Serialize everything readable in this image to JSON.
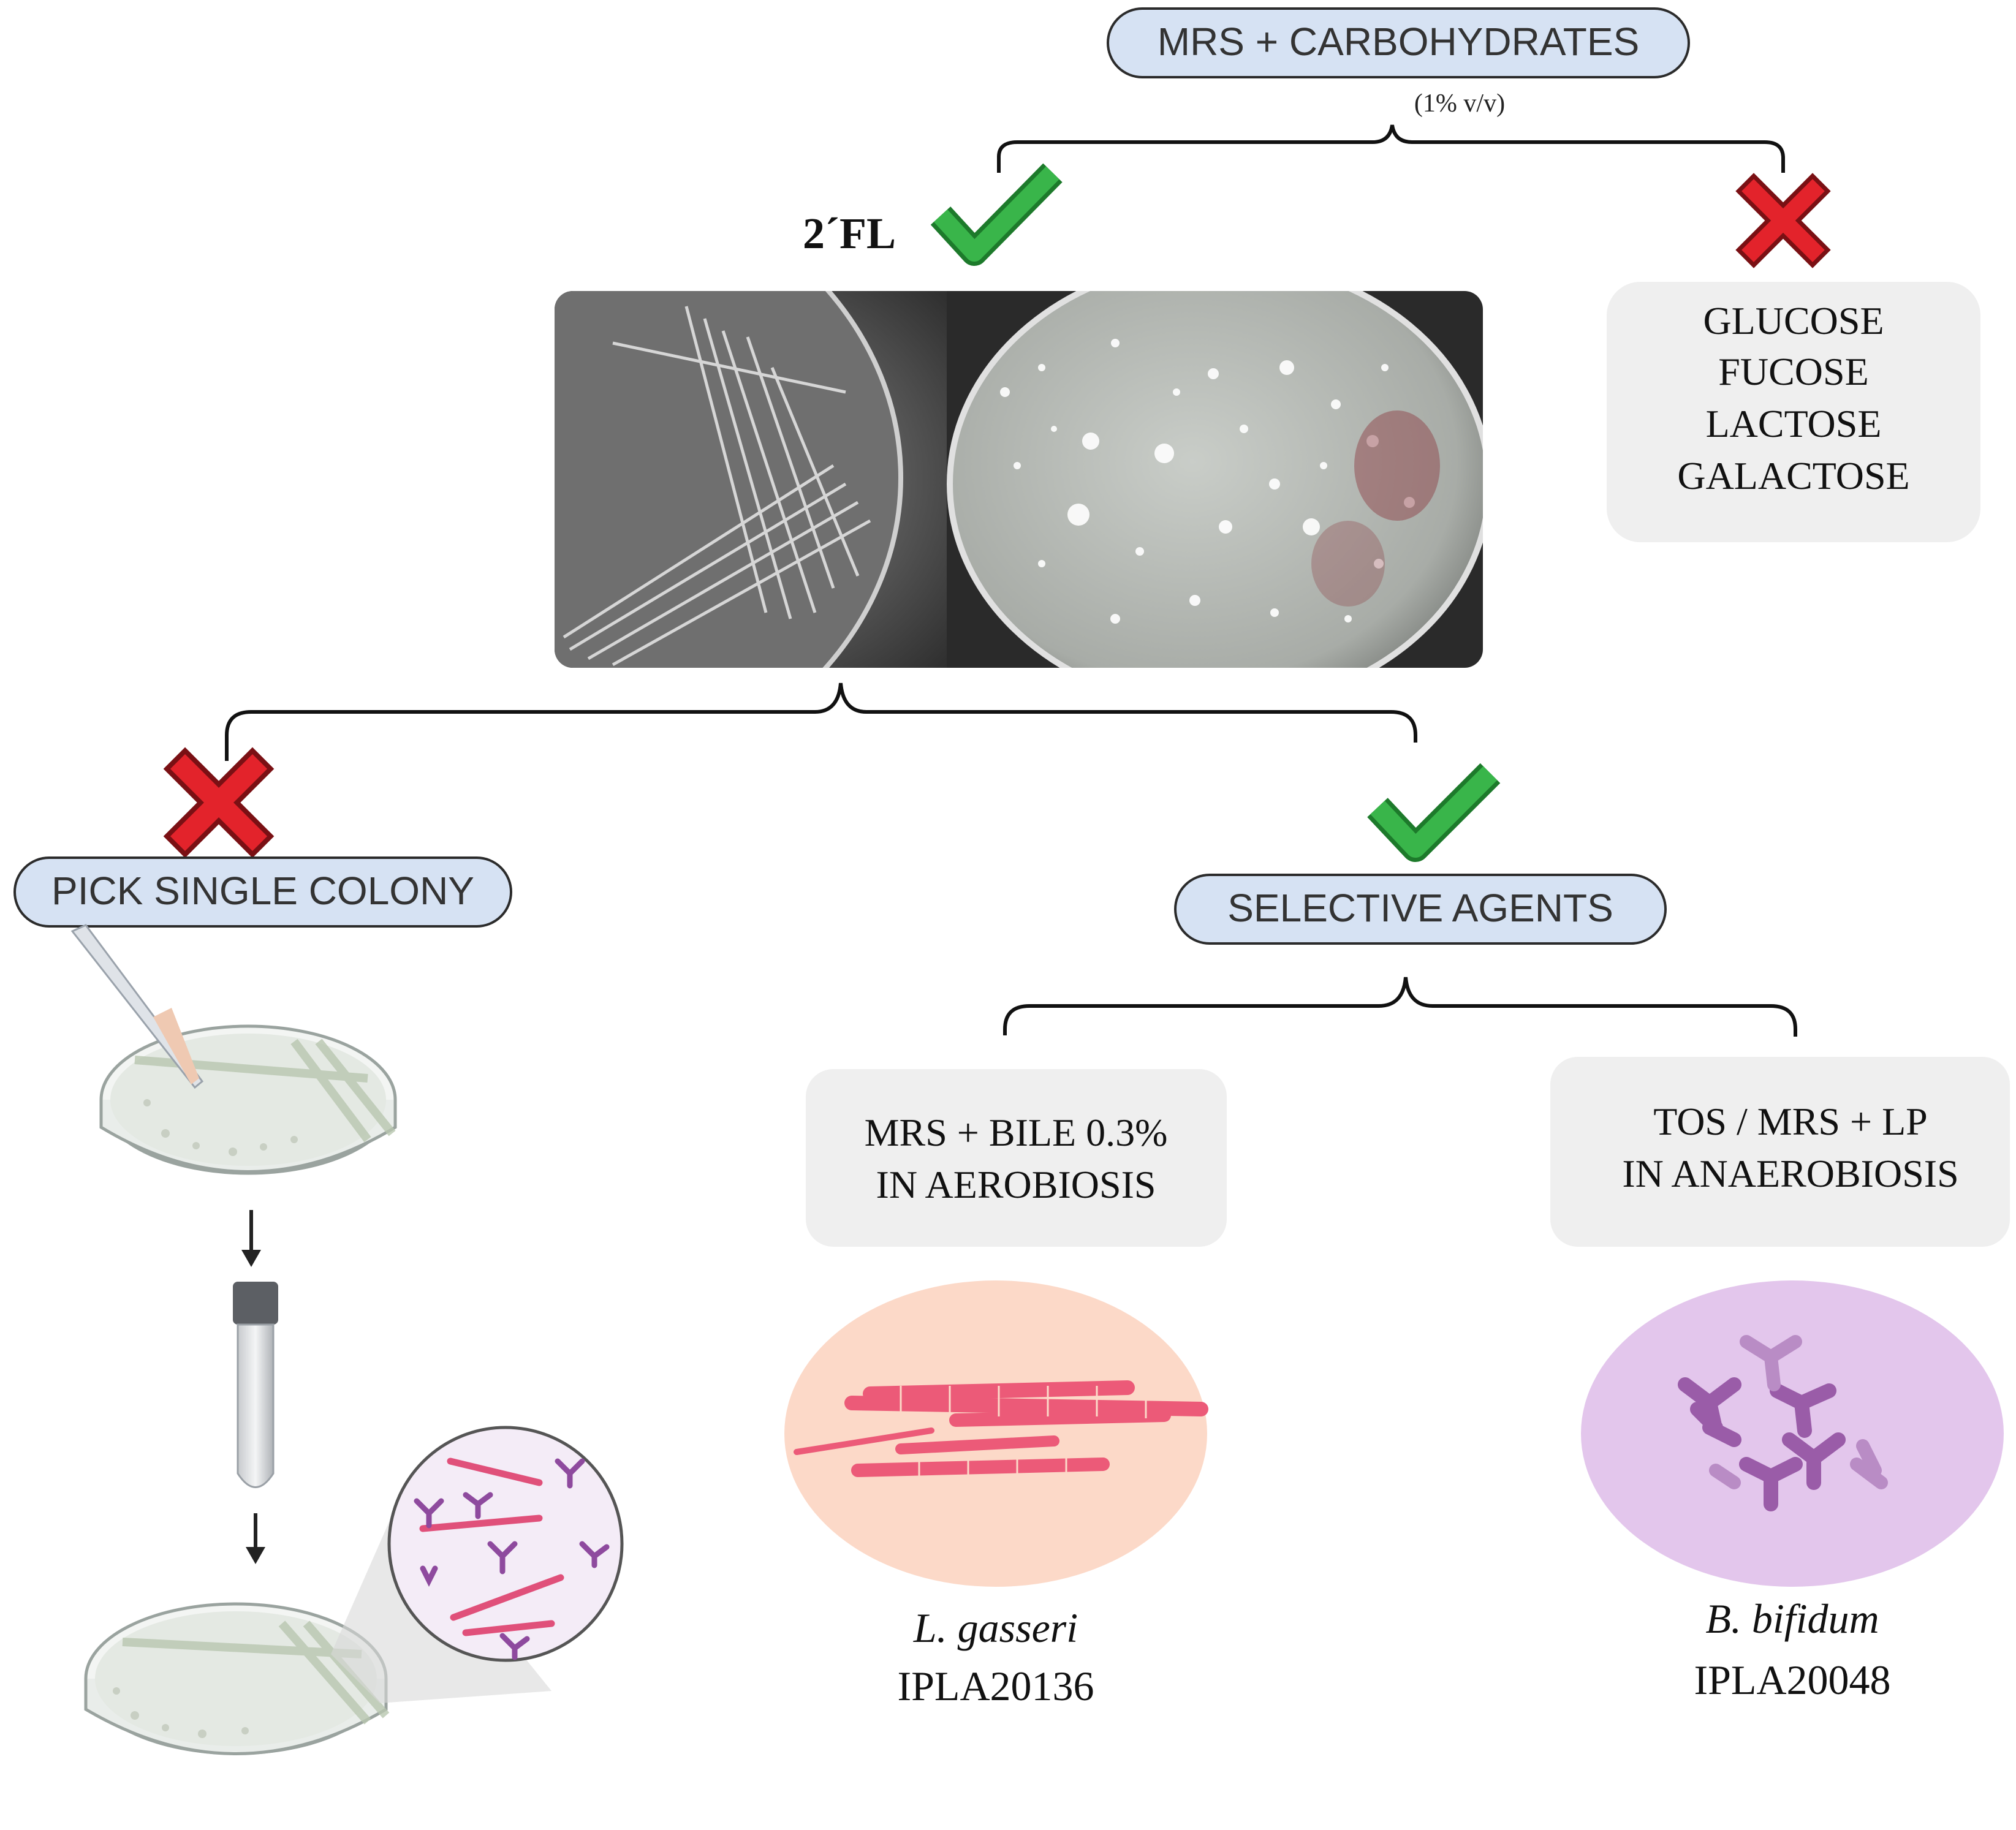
{
  "header": {
    "pill_label": "MRS + CARBOHYDRATES",
    "concentration_note": "(1% v/v)"
  },
  "accepted_substrate": {
    "label": "2´FL"
  },
  "rejected_substrates": {
    "lines": [
      "GLUCOSE",
      "FUCOSE",
      "LACTOSE",
      "GALACTOSE"
    ]
  },
  "rejected_path": {
    "pill_label": "PICK SINGLE COLONY"
  },
  "accepted_path": {
    "pill_label": "SELECTIVE AGENTS",
    "conditions": [
      {
        "line1": "MRS + BILE 0.3%",
        "line2": "IN AEROBIOSIS",
        "species": "L. gasseri",
        "strain": "IPLA20136"
      },
      {
        "line1": "TOS / MRS + LP",
        "line2": "IN ANAEROBIOSIS",
        "species": "B. bifidum",
        "strain": "IPLA20048"
      }
    ]
  },
  "colors": {
    "pill_fill": "#d6e2f3",
    "pill_stroke": "#2b2b2b",
    "box_fill": "#efefef",
    "check_green": "#2e9e3a",
    "cross_red": "#e3232b",
    "rod_pink": "#ec5a78",
    "gasseri_bg": "#fcd9c8",
    "bifidum_bg": "#e3c6ec",
    "bifid_purple": "#9a5ca8"
  },
  "icons": [
    "check-icon",
    "cross-icon",
    "petri-dish-icon",
    "pipette-icon",
    "test-tube-icon",
    "arrow-down-icon",
    "magnifier-icon"
  ]
}
